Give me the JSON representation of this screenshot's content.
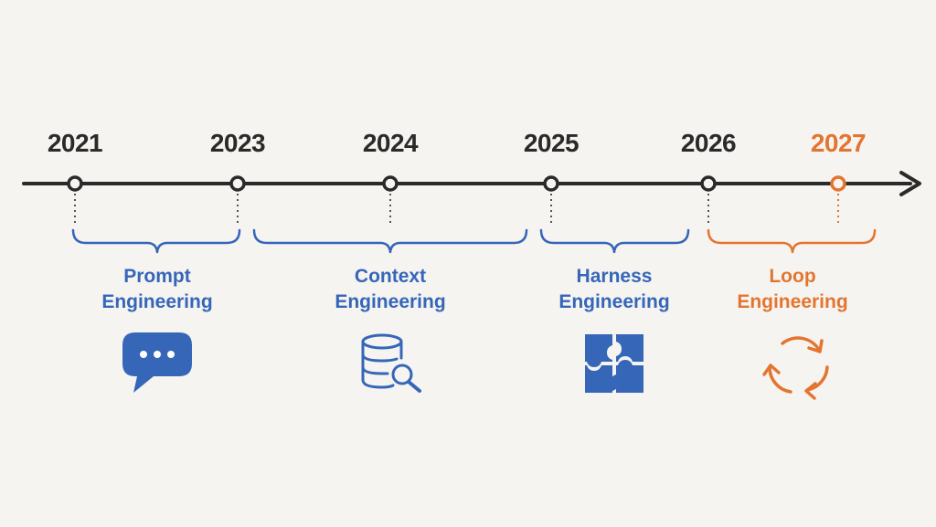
{
  "colors": {
    "axis": "#2a2a2a",
    "dotted": "#555555",
    "blue": "#3566b8",
    "orange": "#e37530",
    "text_dark": "#2a2a2a"
  },
  "years": [
    {
      "label": "2021",
      "highlight": false
    },
    {
      "label": "2023",
      "highlight": false
    },
    {
      "label": "2024",
      "highlight": false
    },
    {
      "label": "2025",
      "highlight": false
    },
    {
      "label": "2026",
      "highlight": false
    },
    {
      "label": "2027",
      "highlight": true
    }
  ],
  "eras": [
    {
      "line1": "Prompt",
      "line2": "Engineering",
      "icon": "chat-bubble-icon",
      "color": "blue"
    },
    {
      "line1": "Context",
      "line2": "Engineering",
      "icon": "database-search-icon",
      "color": "blue"
    },
    {
      "line1": "Harness",
      "line2": "Engineering",
      "icon": "puzzle-icon",
      "color": "blue"
    },
    {
      "line1": "Loop",
      "line2": "Engineering",
      "icon": "refresh-cycle-icon",
      "color": "orange"
    }
  ]
}
